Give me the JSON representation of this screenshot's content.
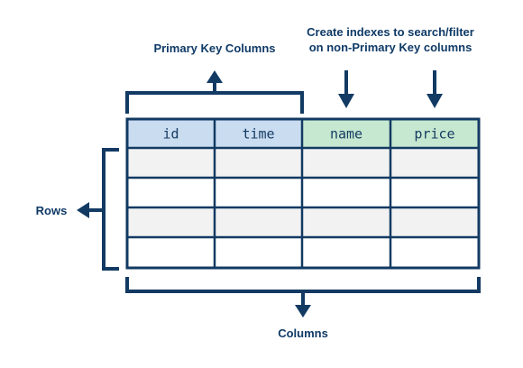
{
  "labels": {
    "primary_key_columns": "Primary Key Columns",
    "create_indexes_line1": "Create indexes to search/filter",
    "create_indexes_line2": "on non-Primary Key columns",
    "rows": "Rows",
    "columns": "Columns"
  },
  "table": {
    "headers": [
      "id",
      "time",
      "name",
      "price"
    ],
    "primary_key_header_color": "#c9dcf0",
    "non_primary_key_header_color": "#c6e8d0",
    "body_row_count": 4,
    "striped_row_color": "#f2f2f2",
    "plain_row_color": "#ffffff"
  },
  "colors": {
    "navy": "#123a63",
    "label_text": "#0f3a66",
    "header_text": "#163c64"
  }
}
